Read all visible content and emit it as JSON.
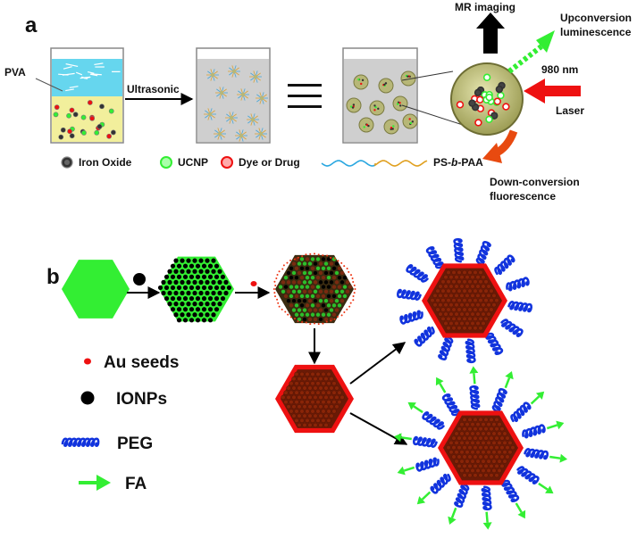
{
  "panel_a": {
    "label": "a",
    "pva_label": "PVA",
    "ultrasonic_label": "Ultrasonic",
    "mr_imaging": "MR imaging",
    "upconversion": [
      "Upconversion",
      "luminescence"
    ],
    "laser_wavelength": "980 nm",
    "laser": "Laser",
    "downconversion": [
      "Down-conversion",
      "fluorescence"
    ],
    "legend": {
      "iron_oxide": "Iron Oxide",
      "ucnp": "UCNP",
      "dye_drug": "Dye or Drug",
      "polymer": "PS-b-PAA"
    }
  },
  "panel_b": {
    "label": "b",
    "legend": {
      "au_seeds": "Au seeds",
      "ionps": "IONPs",
      "peg": "PEG",
      "fa": "FA"
    }
  },
  "colors": {
    "green": "#33ee33",
    "red": "#ee1111",
    "core": "#8a2508",
    "blue": "#1133dd",
    "shell": "#c8c88a"
  }
}
